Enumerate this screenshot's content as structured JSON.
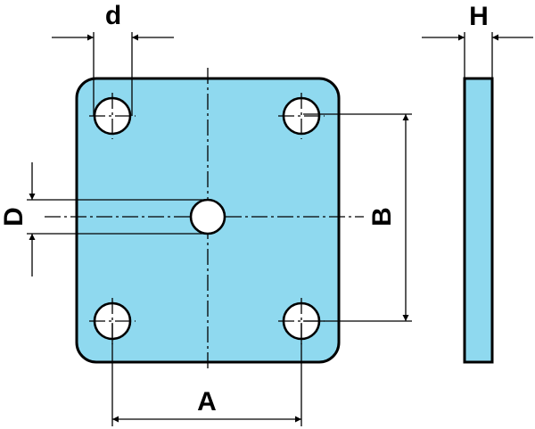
{
  "diagram": {
    "labels": {
      "d": "d",
      "H": "H",
      "D": "D",
      "B": "B",
      "A": "A"
    },
    "colors": {
      "plate_fill": "#8fd9ef",
      "line": "#000000",
      "hole_fill": "#ffffff",
      "background": "#ffffff"
    }
  }
}
